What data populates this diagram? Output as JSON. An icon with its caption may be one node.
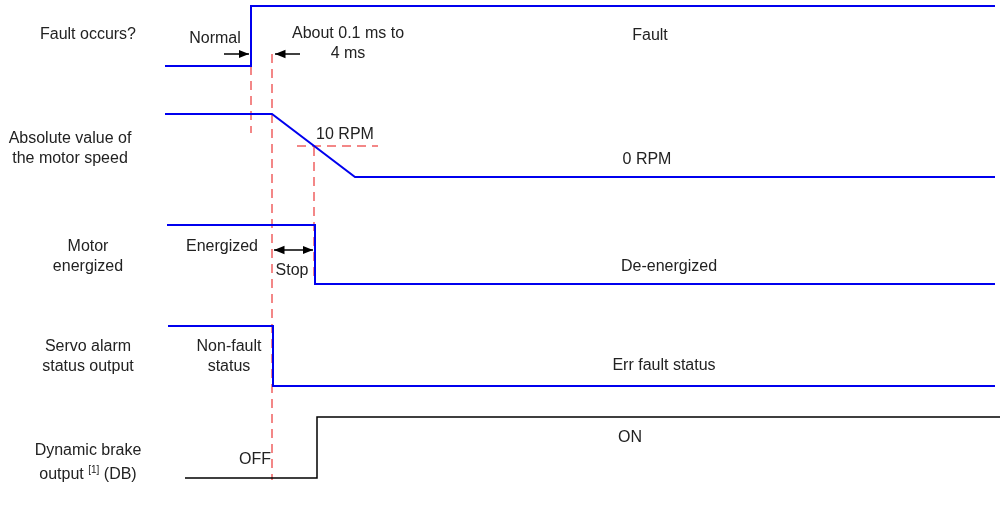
{
  "diagram": {
    "labels": [
      "Fault occurs?",
      "Normal",
      "About 0.1 ms to 4 ms",
      "Fault",
      "Absolute value of the motor speed",
      "10 RPM",
      "0 RPM",
      "Motor energized",
      "Energized",
      "Stop",
      "De-energized",
      "Servo alarm status output",
      "Non-fault status",
      "Err fault status",
      "Dynamic brake output $^{[1]}$ (DB)",
      "OFF",
      "ON"
    ]
  }
}
